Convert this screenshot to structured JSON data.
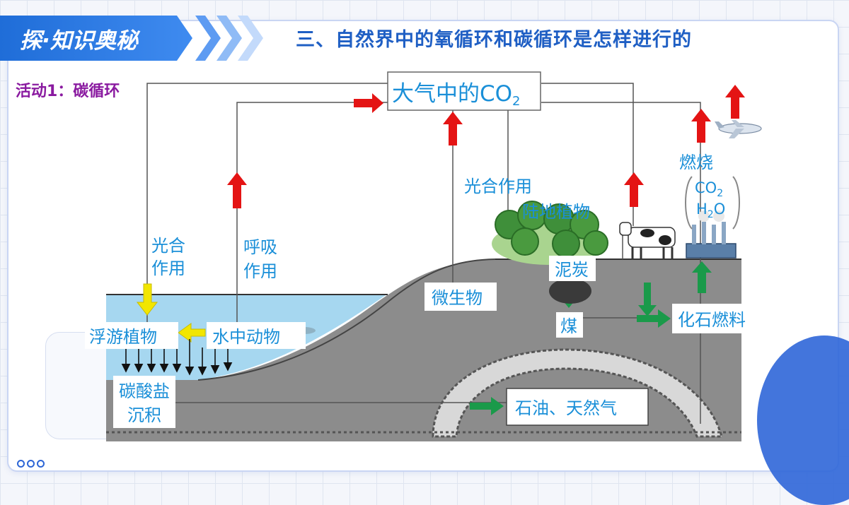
{
  "header": {
    "badge": "探·知识奥秘",
    "title": "三、自然界中的氧循环和碳循环是怎样进行的",
    "activity": "活动1：碳循环"
  },
  "diagram": {
    "atmosphere": "大气中的CO",
    "atmosphere_sub": "2",
    "photosynthesis_water_1": "光合",
    "photosynthesis_water_2": "作用",
    "respiration_1": "呼吸",
    "respiration_2": "作用",
    "plankton": "浮游植物",
    "aquatic_animals": "水中动物",
    "carbonate_1": "碳酸盐",
    "carbonate_2": "沉积",
    "photosynthesis_land": "光合作用",
    "land_plants": "陆地植物",
    "microbes": "微生物",
    "peat": "泥炭",
    "coal": "煤",
    "fossil_fuel": "化石燃料",
    "oil_gas": "石油、天然气",
    "combustion": "燃烧",
    "co2": "CO",
    "co2_sub": "2",
    "h2o_h": "H",
    "h2o_sub": "2",
    "h2o_o": "O"
  },
  "colors": {
    "brand_blue": "#1f5fc4",
    "activity_purple": "#8a1aa0",
    "label_cyan": "#1a8fd8",
    "red_arrow": "#e41414",
    "yellow_arrow": "#f2e600",
    "green_arrow": "#1a9a4a",
    "ground": "#8c8c8c",
    "water": "#9fd3ee"
  }
}
